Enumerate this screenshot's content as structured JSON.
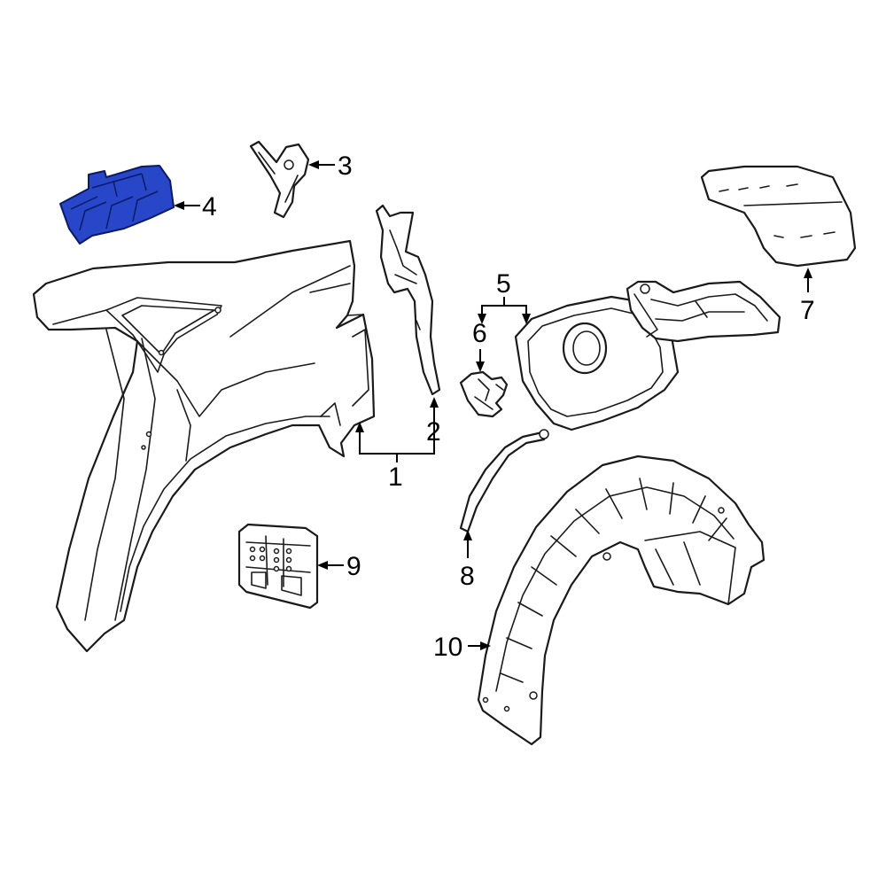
{
  "colors": {
    "highlight": "#2846c8",
    "line": "#1a1a1a",
    "background": "#ffffff"
  },
  "callouts": [
    {
      "id": "1",
      "label": "1"
    },
    {
      "id": "2",
      "label": "2"
    },
    {
      "id": "3",
      "label": "3"
    },
    {
      "id": "4",
      "label": "4"
    },
    {
      "id": "5",
      "label": "5"
    },
    {
      "id": "6",
      "label": "6"
    },
    {
      "id": "7",
      "label": "7"
    },
    {
      "id": "8",
      "label": "8"
    },
    {
      "id": "9",
      "label": "9"
    },
    {
      "id": "10",
      "label": "10"
    }
  ],
  "highlighted_part": "4"
}
